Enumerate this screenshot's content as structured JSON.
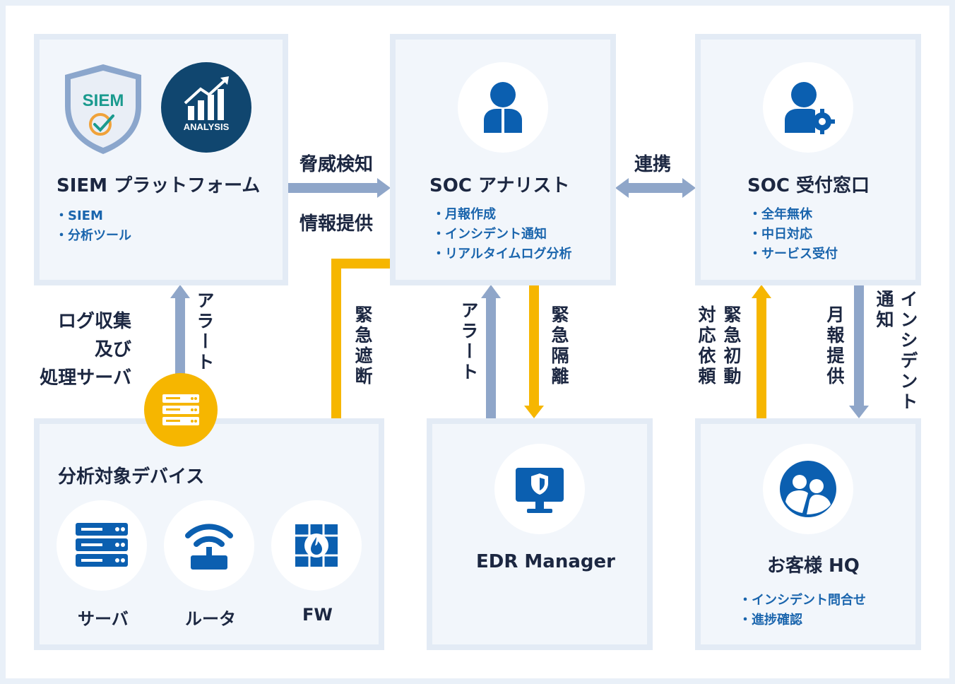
{
  "colors": {
    "navy": "#1c2741",
    "blue": "#0b5fb0",
    "gray_arrow": "#8fa6c9",
    "yellow": "#f6b600",
    "box_bg": "#f2f6fb"
  },
  "siem": {
    "title": "SIEM プラットフォーム",
    "items": [
      "SIEM",
      "分析ツール"
    ],
    "badge_text": "SIEM",
    "analysis_text": "ANALYSIS"
  },
  "analyst": {
    "title": "SOC アナリスト",
    "items": [
      "月報作成",
      "インシデント通知",
      "リアルタイムログ分析"
    ]
  },
  "desk": {
    "title": "SOC 受付窓口",
    "items": [
      "全年無休",
      "中日対応",
      "サービス受付"
    ]
  },
  "devices": {
    "title": "分析対象デバイス",
    "server": "サーバ",
    "router": "ルータ",
    "fw": "FW"
  },
  "edr": {
    "title": "EDR Manager"
  },
  "hq": {
    "title": "お客様 HQ",
    "items": [
      "インシデント問合せ",
      "進捗確認"
    ]
  },
  "labels": {
    "threat_detect": "脅威検知",
    "info_provide": "情報提供",
    "collab": "連携",
    "log_server_1": "ログ収集",
    "log_server_2": "及び",
    "log_server_3": "処理サーバ",
    "alert_left": "アラート",
    "emergency_block": "緊急遮断",
    "alert_mid": "アラート",
    "emergency_isolate": "緊急隔離",
    "initial_response": "緊急初動",
    "response_request": "対応依頼",
    "monthly_report": "月報提供",
    "incident_notice": "インシデント通知"
  }
}
